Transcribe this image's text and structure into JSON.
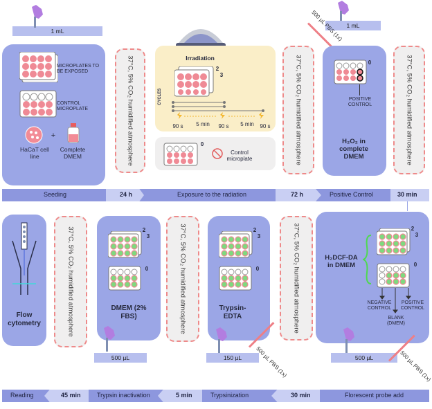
{
  "colors": {
    "panel": "#9ba6e6",
    "band": "#8d97de",
    "chevron": "#c9cff3",
    "dash": "#ee8a8a",
    "well_pink": "#ef8a95",
    "well_green": "#7fd97f",
    "irradiation_bg": "#faeec8"
  },
  "volumes": {
    "top_left": "1 mL",
    "top_right": "1 mL",
    "b_500_a": "500 µL",
    "b_150": "150 µL",
    "b_500_b": "500 µL",
    "pbs": "500 µL PBS (1x)"
  },
  "incubation": "37°C, 5% CO₂ humidified atmosphere",
  "seeding_panel": {
    "exposed_label": "MICROPLATES TO BE EXPOSED",
    "control_label": "CONTROL MICROPLATE",
    "cell_line": "HaCaT cell line",
    "plus": "+",
    "medium": "Complete DMEM"
  },
  "irradiation_panel": {
    "title": "Irradiation",
    "plate_num_2": "2",
    "plate_num_3": "3",
    "cycles": "CYCLES",
    "t1": "90 s",
    "t2": "5 min",
    "t3": "90 s",
    "t4": "5 min",
    "t5": "90 s"
  },
  "control_box": {
    "num": "0",
    "label": "Control microplate"
  },
  "positive_panel": {
    "num": "0",
    "label": "POSITIVE CONTROL",
    "reagent": "H₂O₂ in complete DMEM"
  },
  "flow_panel": {
    "label": "Flow cytometry"
  },
  "dmem_panel": {
    "num2": "2",
    "num3": "3",
    "num0": "0",
    "label": "DMEM (2% FBS)"
  },
  "trypsin_panel": {
    "num2": "2",
    "num3": "3",
    "num0": "0",
    "label": "Trypsin-EDTA"
  },
  "probe_panel": {
    "reagent": "H₂DCF-DA in DMEM",
    "num2": "2",
    "num3": "3",
    "num0": "0",
    "neg": "NEGATIVE CONTROL",
    "blank": "BLANK (DMEM)",
    "pos": "POSITIVE CONTROL"
  },
  "timeline_top": [
    "Seeding",
    "24 h",
    "Exposure to the radiation",
    "72 h",
    "Positive Control",
    "30 min"
  ],
  "timeline_bottom": [
    "Reading",
    "45 min",
    "Trypsin inactivation",
    "5 min",
    "Trypsinization",
    "30 min",
    "Florescent probe add"
  ]
}
